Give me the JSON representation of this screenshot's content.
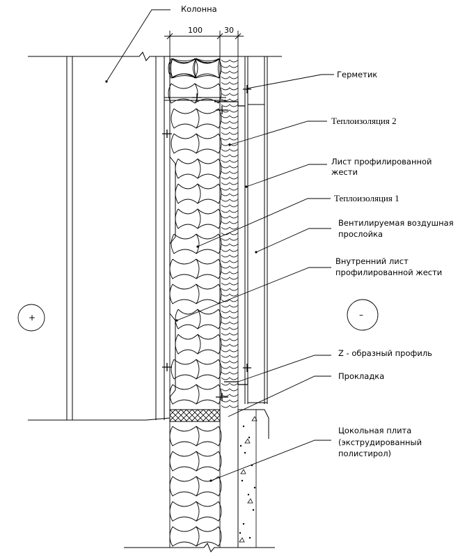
{
  "labels": {
    "column": "Колонна",
    "sealant": "Герметик",
    "insulation2": "Теплоизоляция 2",
    "outer_sheet_1": "Лист профилированной",
    "outer_sheet_2": "жести",
    "insulation1": "Теплоизоляция 1",
    "air_gap_1": "Вентилируемая воздушная",
    "air_gap_2": "прослойка",
    "inner_sheet_1": "Внутренний лист",
    "inner_sheet_2": "профилированной жести",
    "z_profile": "Z - образный профиль",
    "gasket": "Прокладка",
    "plinth_1": "Цокольная плита",
    "plinth_2": "(экструдированный",
    "plinth_3": "полистирол)"
  },
  "dimensions": {
    "d1": "100",
    "d2": "30"
  },
  "signs": {
    "inside": "+",
    "outside": "–"
  }
}
